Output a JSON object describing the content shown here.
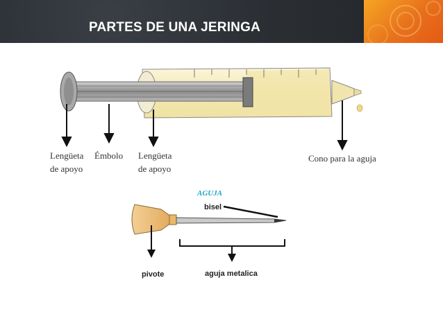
{
  "header": {
    "title": "PARTES DE UNA JERINGA",
    "colors": {
      "bar": "#2f3338",
      "accent": "#e8711c"
    }
  },
  "syringe": {
    "labels": {
      "lengueta_1_line1": "Lengüeta",
      "lengueta_1_line2": "de apoyo",
      "embolo": "Émbolo",
      "lengueta_2_line1": "Lengüeta",
      "lengueta_2_line2": "de apoyo",
      "cono": "Cono para la aguja"
    }
  },
  "needle": {
    "title": "AGUJA",
    "labels": {
      "bisel": "bisel",
      "pivote": "pivote",
      "aguja_metalica": "aguja metalica"
    }
  }
}
